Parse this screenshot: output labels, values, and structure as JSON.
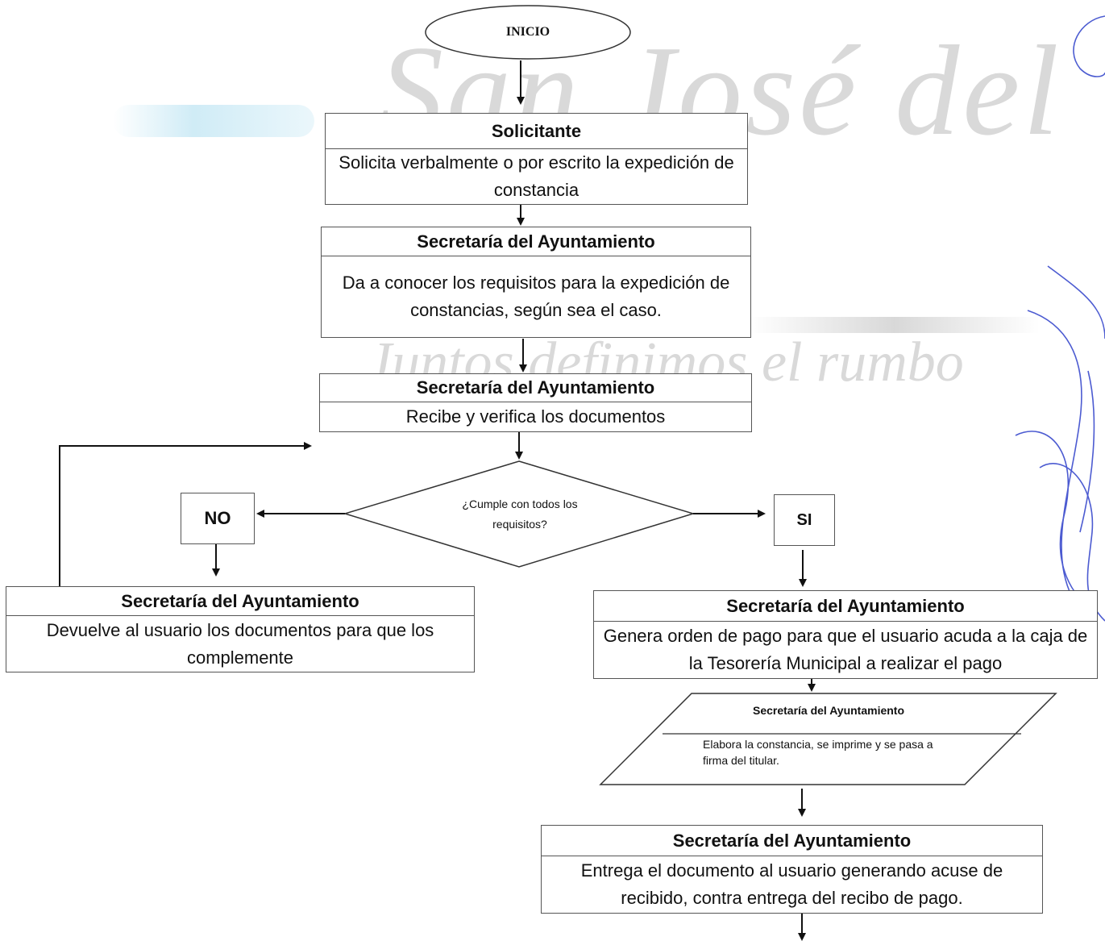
{
  "watermark": {
    "line1": "San José del",
    "line2": "Juntos definimos el rumbo"
  },
  "start": {
    "label": "INICIO"
  },
  "steps": [
    {
      "title": "Solicitante",
      "text": "Solicita verbalmente o por escrito la expedición de constancia"
    },
    {
      "title": "Secretaría del Ayuntamiento",
      "text": "Da a conocer los requisitos para la expedición de constancias, según sea el caso."
    },
    {
      "title": "Secretaría del Ayuntamiento",
      "text": "Recibe y verifica los documentos"
    }
  ],
  "decision": {
    "question": "¿Cumple con todos los requisitos?",
    "no": "NO",
    "yes": "SI"
  },
  "no_branch": {
    "title": "Secretaría del Ayuntamiento",
    "text": "Devuelve al usuario los documentos para que los complemente"
  },
  "yes_branch": [
    {
      "title": "Secretaría del Ayuntamiento",
      "text": "Genera orden de pago para que el usuario acuda a la caja de la Tesorería Municipal a realizar el pago"
    },
    {
      "title": "Secretaría del Ayuntamiento",
      "text": "Elabora la constancia, se imprime y se pasa a firma del titular."
    },
    {
      "title": "Secretaría del Ayuntamiento",
      "text": "Entrega el documento al usuario generando acuse de recibido, contra entrega del recibo de pago."
    }
  ]
}
